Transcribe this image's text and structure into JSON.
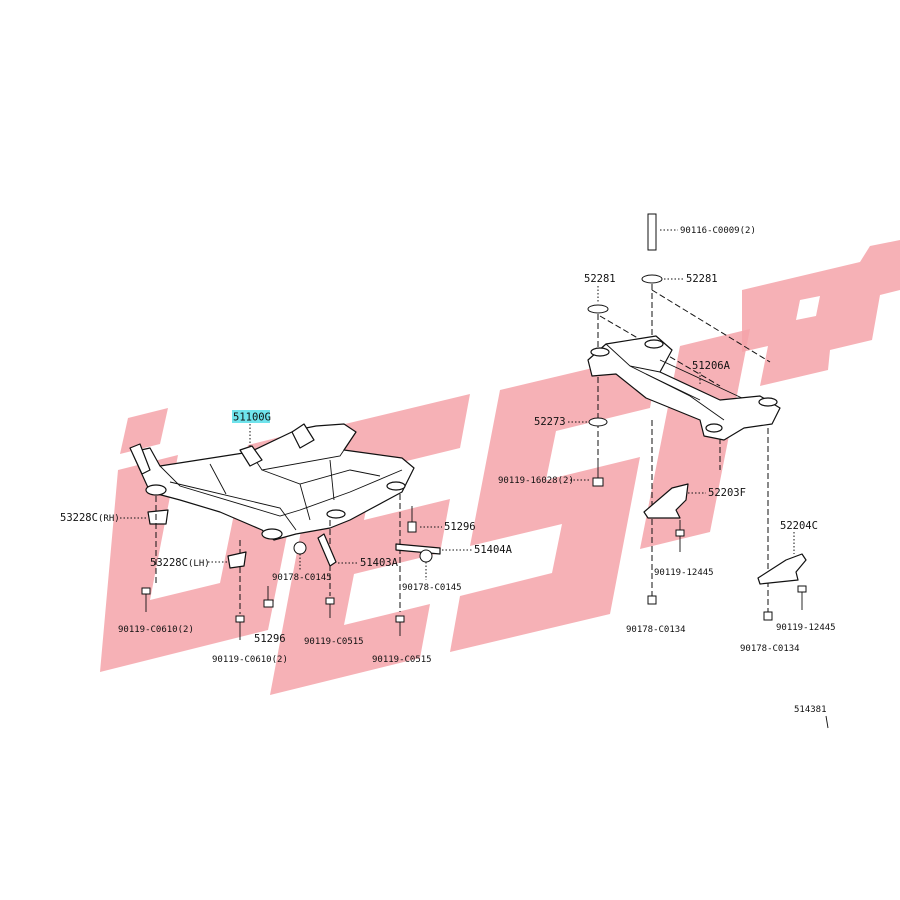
{
  "colors": {
    "watermark": "#f4a3a9",
    "highlight": "#6fe3ec",
    "ink": "#111111"
  },
  "watermark_icon": "engine-block-icon",
  "labels": {
    "subframe_assy": "51100G",
    "bracket_rh": "53228C",
    "bracket_rh_side": "(RH)",
    "bracket_lh": "53228C",
    "bracket_lh_side": "(LH)",
    "bolt_c0610_left": "90119-C0610(2)",
    "bolt_c0610_center": "90119-C0610(2)",
    "stopper_51296_lower": "51296",
    "nut_c0145_left": "90178-C0145",
    "brace_51403a": "51403A",
    "bolt_c0515_left": "90119-C0515",
    "stopper_51296_upper": "51296",
    "brace_51404a": "51404A",
    "nut_c0145_right": "90178-C0145",
    "bolt_c0515_right": "90119-C0515",
    "stud_c0009": "90116-C0009(2)",
    "washer_52281_left": "52281",
    "washer_52281_right": "52281",
    "crossmember_51206a": "51206A",
    "washer_52273": "52273",
    "bolt_16028": "90119-16028(2)",
    "bracket_52203f": "52203F",
    "bolt_12445_left": "90119-12445",
    "nut_c0134_left": "90178-C0134",
    "bracket_52204c": "52204C",
    "bolt_12445_right": "90119-12445",
    "nut_c0134_right": "90178-C0134",
    "figure_number": "514381"
  }
}
